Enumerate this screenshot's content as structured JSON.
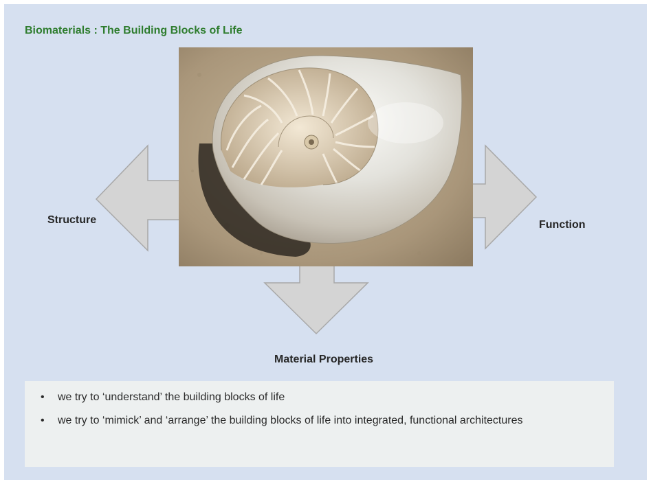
{
  "slide": {
    "title": "Biomaterials : The Building Blocks of Life"
  },
  "diagram": {
    "left_label": "Structure",
    "right_label": "Function",
    "bottom_label": "Material Properties",
    "photo_subject": "nautilus shell cross-section"
  },
  "notes": {
    "bullets": [
      "we try to ‘understand’ the building blocks of life",
      "we try to ‘mimick’ and ‘arrange’ the building blocks of life into integrated, functional architectures"
    ],
    "bullet_glyph": "•"
  },
  "colors": {
    "panel_bg": "#d6e0f0",
    "title": "#2f7d2f",
    "arrow_fill": "#d4d4d4",
    "arrow_stroke": "#a8a8a8",
    "notes_bg": "#edf0f0"
  }
}
